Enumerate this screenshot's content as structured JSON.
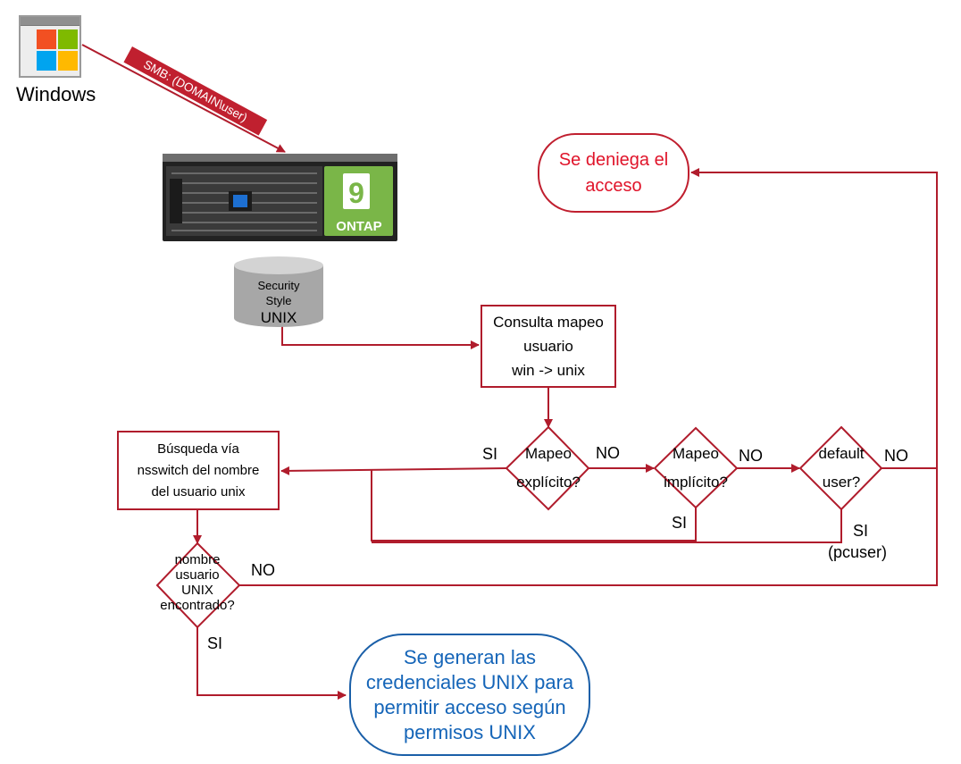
{
  "windows": {
    "label": "Windows",
    "logo_colors": [
      "#f25022",
      "#7fba00",
      "#00a4ef",
      "#ffb900"
    ]
  },
  "smb_connection": {
    "label": "SMB: (DOMAIN\\user)"
  },
  "storage": {
    "badge_number": "9",
    "badge_text": "ONTAP",
    "badge_color": "#7ab648"
  },
  "volume": {
    "line1": "Security",
    "line2": "Style",
    "line3": "UNIX"
  },
  "process": {
    "mapping_query": [
      "Consulta mapeo",
      "usuario",
      "win -> unix"
    ],
    "nsswitch_search": [
      "Búsqueda vía",
      "nsswitch del nombre",
      "del usuario unix"
    ]
  },
  "decisions": {
    "explicit": {
      "line1": "Mapeo",
      "line2": "explícito?"
    },
    "implicit": {
      "line1": "Mapeo",
      "line2": "implícito?"
    },
    "default_user": {
      "line1": "default",
      "line2": "user?"
    },
    "unix_found": [
      "nombre",
      "usuario",
      "UNIX",
      "encontrado?"
    ]
  },
  "branch_labels": {
    "explicit_yes": "SI",
    "explicit_no": "NO",
    "implicit_yes": "SI",
    "implicit_no": "NO",
    "default_yes": "SI",
    "default_yes_detail": "(pcuser)",
    "default_no": "NO",
    "found_yes": "SI",
    "found_no": "NO"
  },
  "outcomes": {
    "denied": "Se deniega el acceso",
    "granted": "Se generan las credenciales UNIX para permitir acceso según permisos UNIX"
  },
  "colors": {
    "flow_line": "#b01c2c",
    "denied_text": "#e0142a",
    "granted_text": "#1565b8"
  }
}
